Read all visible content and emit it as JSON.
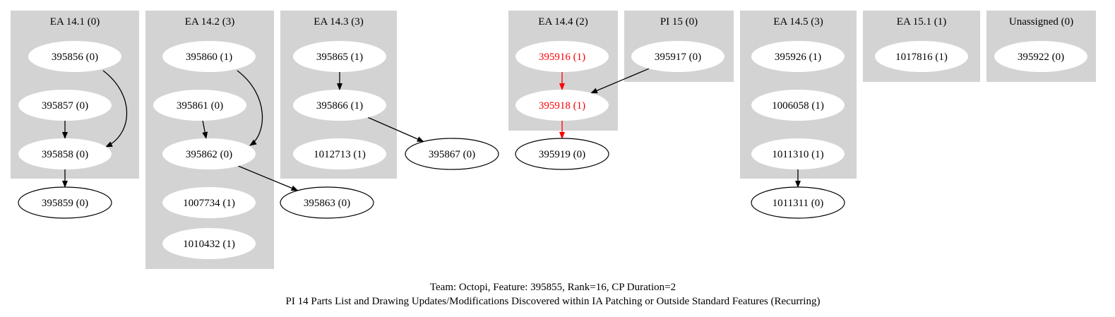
{
  "caption": {
    "line1": "Team: Octopi, Feature: 395855, Rank=16, CP Duration=2",
    "line2": "PI 14 Parts List and Drawing Updates/Modifications Discovered within IA Patching or Outside Standard Features (Recurring)"
  },
  "colors": {
    "cluster_fill": "#d3d3d3",
    "node_fill": "#ffffff",
    "critical": "#ff0000",
    "edge": "#000000",
    "text": "#000000"
  },
  "clusters": [
    {
      "id": "ea141",
      "label": "EA 14.1 (0)"
    },
    {
      "id": "ea142",
      "label": "EA 14.2 (3)"
    },
    {
      "id": "ea143",
      "label": "EA 14.3 (3)"
    },
    {
      "id": "ea144",
      "label": "EA 14.4 (2)"
    },
    {
      "id": "pi15",
      "label": "PI 15 (0)"
    },
    {
      "id": "ea145",
      "label": "EA 14.5 (3)"
    },
    {
      "id": "ea151",
      "label": "EA 15.1 (1)"
    },
    {
      "id": "unassigned",
      "label": "Unassigned (0)"
    }
  ],
  "nodes": [
    {
      "id": "395856",
      "label": "395856 (0)",
      "cluster": "ea141",
      "style": "filled"
    },
    {
      "id": "395857",
      "label": "395857 (0)",
      "cluster": "ea141",
      "style": "filled"
    },
    {
      "id": "395858",
      "label": "395858 (0)",
      "cluster": "ea141",
      "style": "filled"
    },
    {
      "id": "395859",
      "label": "395859 (0)",
      "cluster": null,
      "style": "outline"
    },
    {
      "id": "395860",
      "label": "395860 (1)",
      "cluster": "ea142",
      "style": "filled"
    },
    {
      "id": "395861",
      "label": "395861 (0)",
      "cluster": "ea142",
      "style": "filled"
    },
    {
      "id": "395862",
      "label": "395862 (0)",
      "cluster": "ea142",
      "style": "filled"
    },
    {
      "id": "1007734",
      "label": "1007734 (1)",
      "cluster": "ea142",
      "style": "filled"
    },
    {
      "id": "1010432",
      "label": "1010432 (1)",
      "cluster": "ea142",
      "style": "filled"
    },
    {
      "id": "395863",
      "label": "395863 (0)",
      "cluster": null,
      "style": "outline"
    },
    {
      "id": "395865",
      "label": "395865 (1)",
      "cluster": "ea143",
      "style": "filled"
    },
    {
      "id": "395866",
      "label": "395866 (1)",
      "cluster": "ea143",
      "style": "filled"
    },
    {
      "id": "1012713",
      "label": "1012713 (1)",
      "cluster": "ea143",
      "style": "filled"
    },
    {
      "id": "395867",
      "label": "395867 (0)",
      "cluster": null,
      "style": "outline"
    },
    {
      "id": "395916",
      "label": "395916 (1)",
      "cluster": "ea144",
      "style": "filled",
      "critical": true
    },
    {
      "id": "395918",
      "label": "395918 (1)",
      "cluster": "ea144",
      "style": "filled",
      "critical": true
    },
    {
      "id": "395917",
      "label": "395917 (0)",
      "cluster": "pi15",
      "style": "filled"
    },
    {
      "id": "395919",
      "label": "395919 (0)",
      "cluster": null,
      "style": "outline"
    },
    {
      "id": "395926",
      "label": "395926 (1)",
      "cluster": "ea145",
      "style": "filled"
    },
    {
      "id": "1006058",
      "label": "1006058 (1)",
      "cluster": "ea145",
      "style": "filled"
    },
    {
      "id": "1011310",
      "label": "1011310 (1)",
      "cluster": "ea145",
      "style": "filled"
    },
    {
      "id": "1011311",
      "label": "1011311 (0)",
      "cluster": null,
      "style": "outline"
    },
    {
      "id": "1017816",
      "label": "1017816 (1)",
      "cluster": "ea151",
      "style": "filled"
    },
    {
      "id": "395922",
      "label": "395922 (0)",
      "cluster": "unassigned",
      "style": "filled"
    }
  ],
  "edges": [
    {
      "from": "395856",
      "to": "395858"
    },
    {
      "from": "395857",
      "to": "395858"
    },
    {
      "from": "395858",
      "to": "395859"
    },
    {
      "from": "395860",
      "to": "395862"
    },
    {
      "from": "395861",
      "to": "395862"
    },
    {
      "from": "395862",
      "to": "395863"
    },
    {
      "from": "395865",
      "to": "395866"
    },
    {
      "from": "395866",
      "to": "395867"
    },
    {
      "from": "395916",
      "to": "395918",
      "critical": true
    },
    {
      "from": "395917",
      "to": "395918"
    },
    {
      "from": "395918",
      "to": "395919",
      "critical": true
    },
    {
      "from": "1011310",
      "to": "1011311"
    }
  ]
}
